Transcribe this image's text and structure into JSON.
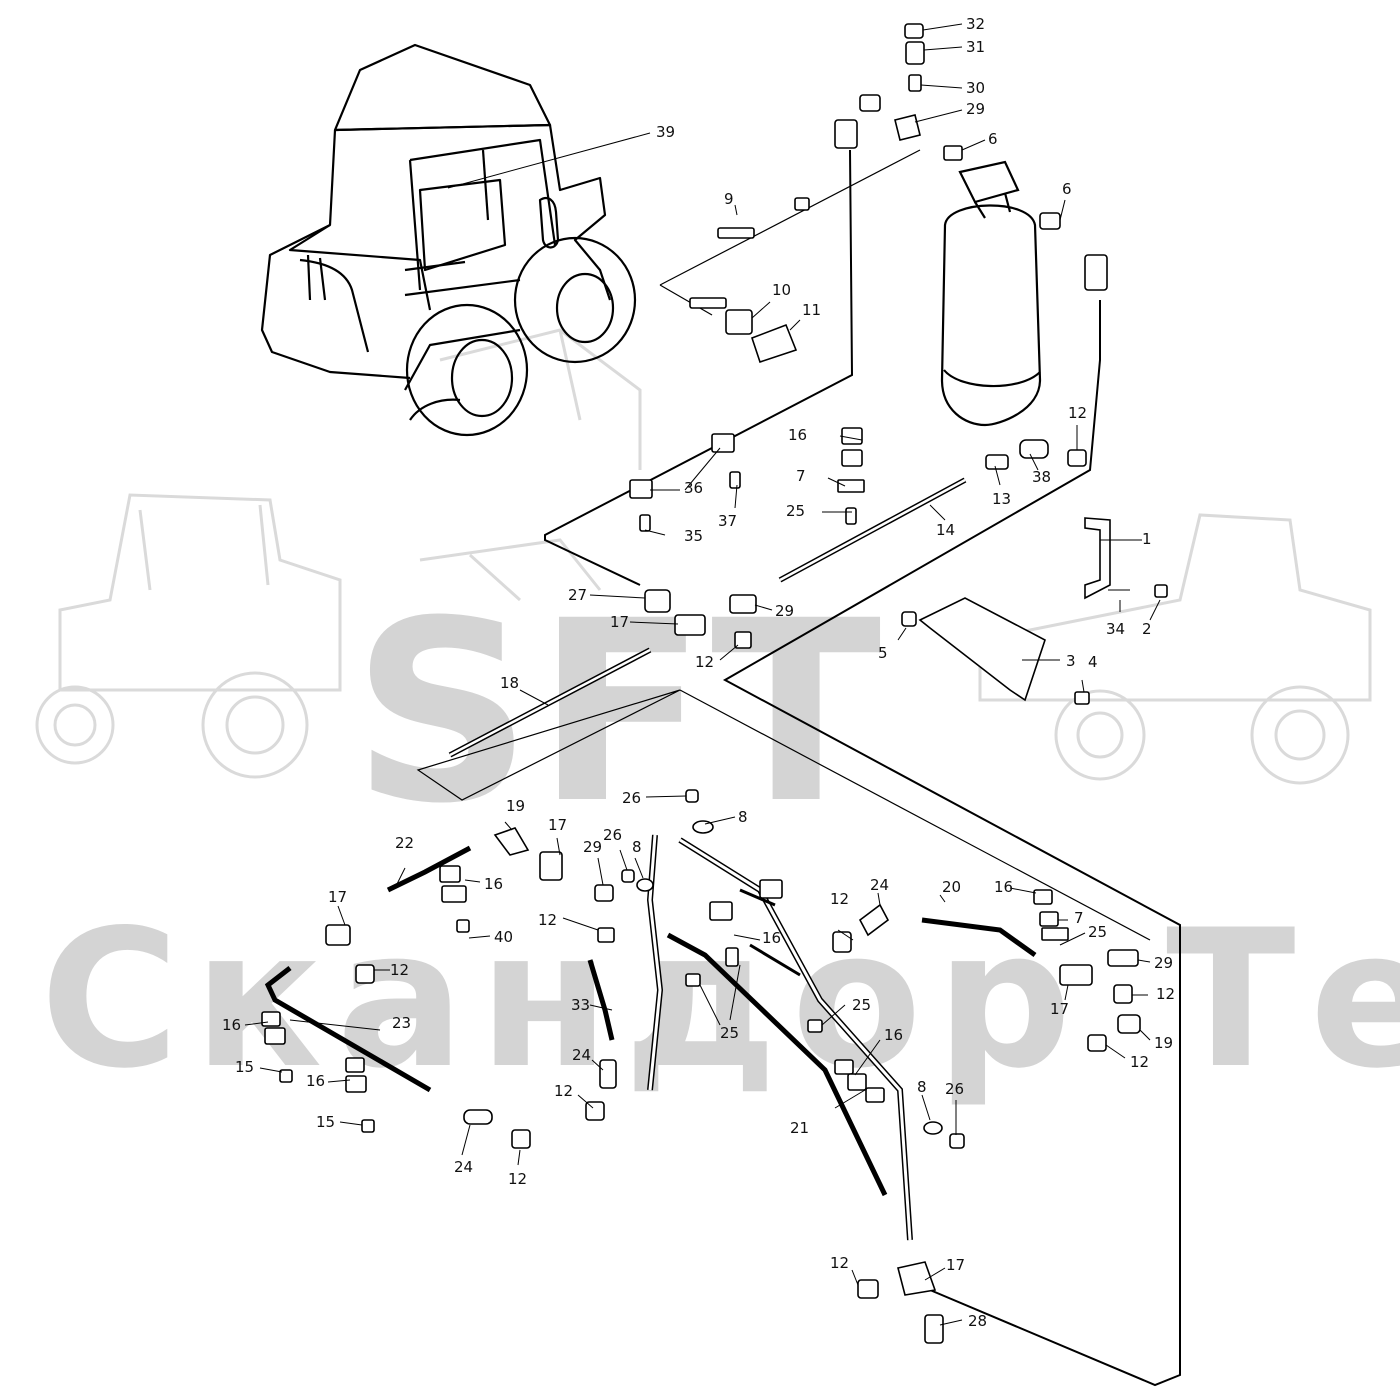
{
  "watermark": {
    "brand": "SFT",
    "city": "Скандор Тек",
    "color": "#d4d4d4"
  },
  "line_color": "#000000",
  "callouts": [
    {
      "id": "c32",
      "text": "32"
    },
    {
      "id": "c31",
      "text": "31"
    },
    {
      "id": "c30",
      "text": "30"
    },
    {
      "id": "c29a",
      "text": "29"
    },
    {
      "id": "c6a",
      "text": "6"
    },
    {
      "id": "c6b",
      "text": "6"
    },
    {
      "id": "c39",
      "text": "39"
    },
    {
      "id": "c9",
      "text": "9"
    },
    {
      "id": "c10",
      "text": "10"
    },
    {
      "id": "c11",
      "text": "11"
    },
    {
      "id": "c12a",
      "text": "12"
    },
    {
      "id": "c16a",
      "text": "16"
    },
    {
      "id": "c7a",
      "text": "7"
    },
    {
      "id": "c25a",
      "text": "25"
    },
    {
      "id": "c36",
      "text": "36"
    },
    {
      "id": "c37",
      "text": "37"
    },
    {
      "id": "c35",
      "text": "35"
    },
    {
      "id": "c13",
      "text": "13"
    },
    {
      "id": "c38",
      "text": "38"
    },
    {
      "id": "c14",
      "text": "14"
    },
    {
      "id": "c1",
      "text": "1"
    },
    {
      "id": "c27",
      "text": "27"
    },
    {
      "id": "c29b",
      "text": "29"
    },
    {
      "id": "c17a",
      "text": "17"
    },
    {
      "id": "c12b",
      "text": "12"
    },
    {
      "id": "c34",
      "text": "34"
    },
    {
      "id": "c2",
      "text": "2"
    },
    {
      "id": "c5",
      "text": "5"
    },
    {
      "id": "c3",
      "text": "3"
    },
    {
      "id": "c4",
      "text": "4"
    },
    {
      "id": "c18",
      "text": "18"
    },
    {
      "id": "c26a",
      "text": "26"
    },
    {
      "id": "c8a",
      "text": "8"
    },
    {
      "id": "c19a",
      "text": "19"
    },
    {
      "id": "c17b",
      "text": "17"
    },
    {
      "id": "c29c",
      "text": "29"
    },
    {
      "id": "c26b",
      "text": "26"
    },
    {
      "id": "c8b",
      "text": "8"
    },
    {
      "id": "c22",
      "text": "22"
    },
    {
      "id": "c16b",
      "text": "16"
    },
    {
      "id": "c17c",
      "text": "17"
    },
    {
      "id": "c40",
      "text": "40"
    },
    {
      "id": "c12c",
      "text": "12"
    },
    {
      "id": "c12d",
      "text": "12"
    },
    {
      "id": "c16c",
      "text": "16"
    },
    {
      "id": "c24a",
      "text": "24"
    },
    {
      "id": "c20",
      "text": "20"
    },
    {
      "id": "c16d",
      "text": "16"
    },
    {
      "id": "c12e",
      "text": "12"
    },
    {
      "id": "c7b",
      "text": "7"
    },
    {
      "id": "c25b",
      "text": "25"
    },
    {
      "id": "c29d",
      "text": "29"
    },
    {
      "id": "c12f",
      "text": "12"
    },
    {
      "id": "c17d",
      "text": "17"
    },
    {
      "id": "c19b",
      "text": "19"
    },
    {
      "id": "c12g",
      "text": "12"
    },
    {
      "id": "c33",
      "text": "33"
    },
    {
      "id": "c25c",
      "text": "25"
    },
    {
      "id": "c25d",
      "text": "25"
    },
    {
      "id": "c16e",
      "text": "16"
    },
    {
      "id": "c23",
      "text": "23"
    },
    {
      "id": "c16f",
      "text": "16"
    },
    {
      "id": "c16g",
      "text": "16"
    },
    {
      "id": "c15a",
      "text": "15"
    },
    {
      "id": "c15b",
      "text": "15"
    },
    {
      "id": "c24b",
      "text": "24"
    },
    {
      "id": "c12h",
      "text": "12"
    },
    {
      "id": "c24c",
      "text": "24"
    },
    {
      "id": "c12i",
      "text": "12"
    },
    {
      "id": "c21",
      "text": "21"
    },
    {
      "id": "c8c",
      "text": "8"
    },
    {
      "id": "c26c",
      "text": "26"
    },
    {
      "id": "c12j",
      "text": "12"
    },
    {
      "id": "c17e",
      "text": "17"
    },
    {
      "id": "c28",
      "text": "28"
    }
  ]
}
